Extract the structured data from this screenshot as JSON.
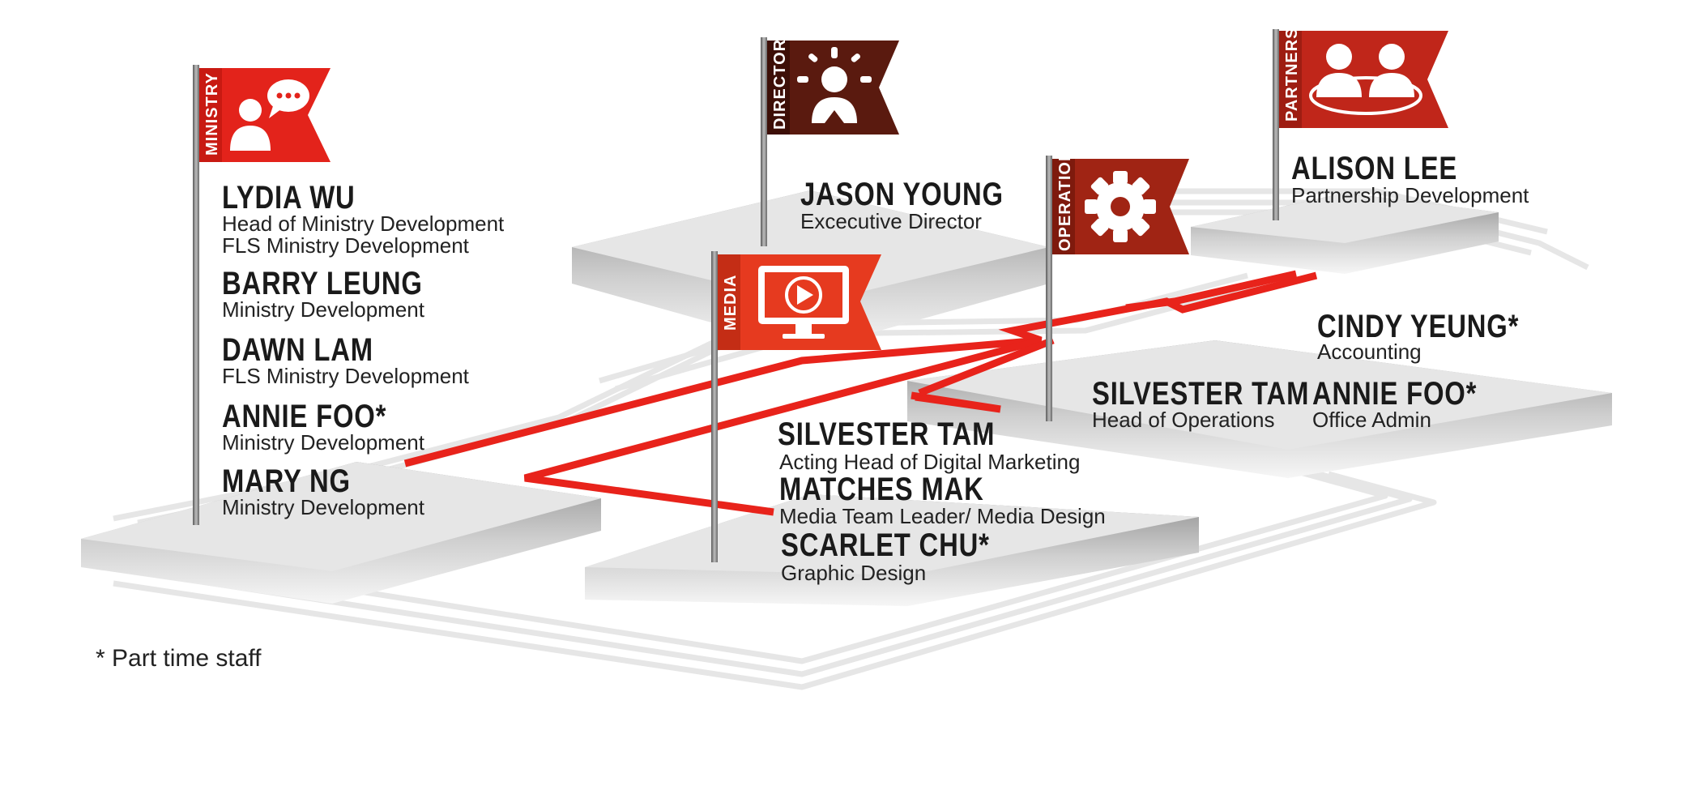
{
  "colors": {
    "accent": "#e8231b",
    "ministry_flag": "#e3231b",
    "director_flag": "#5a1a0f",
    "media_flag": "#e63a1f",
    "operation_flag": "#a02414",
    "partners_flag": "#c0261a",
    "platform_top": "#e6e6e6",
    "track_line": "#e6e6e6"
  },
  "departments": {
    "ministry": {
      "flag_label": "MINISTRY",
      "icon": "person-speech-bubble-icon",
      "staff": [
        {
          "name": "LYDIA WU",
          "roles": [
            "Head of Ministry Development",
            "FLS Ministry Development"
          ]
        },
        {
          "name": "BARRY LEUNG",
          "roles": [
            "Ministry Development"
          ]
        },
        {
          "name": "DAWN LAM",
          "roles": [
            "FLS Ministry Development"
          ]
        },
        {
          "name": "ANNIE FOO*",
          "roles": [
            "Ministry Development"
          ]
        },
        {
          "name": "MARY NG",
          "roles": [
            "Ministry Development"
          ]
        }
      ]
    },
    "director": {
      "flag_label": "DIRECTOR",
      "icon": "idea-person-icon",
      "staff": [
        {
          "name": "JASON YOUNG",
          "roles": [
            "Excecutive Director"
          ]
        }
      ]
    },
    "media": {
      "flag_label": "MEDIA",
      "icon": "monitor-play-icon",
      "staff": [
        {
          "name": "SILVESTER TAM",
          "roles": [
            "Acting Head of Digital Marketing"
          ]
        },
        {
          "name": "MATCHES MAK",
          "roles": [
            "Media Team Leader/ Media Design"
          ]
        },
        {
          "name": "SCARLET CHU*",
          "roles": [
            "Graphic Design"
          ]
        }
      ]
    },
    "operation": {
      "flag_label": "OPERATION",
      "icon": "gear-icon",
      "staff": [
        {
          "name": "CINDY YEUNG*",
          "roles": [
            "Accounting"
          ]
        },
        {
          "name": "SILVESTER TAM",
          "roles": [
            "Head of Operations"
          ]
        },
        {
          "name": "ANNIE FOO*",
          "roles": [
            "Office Admin"
          ]
        }
      ]
    },
    "partners": {
      "flag_label": "PARTNERS",
      "icon": "partners-people-icon",
      "staff": [
        {
          "name": "ALISON LEE",
          "roles": [
            "Partnership Development"
          ]
        }
      ]
    }
  },
  "footnote": "* Part time staff"
}
